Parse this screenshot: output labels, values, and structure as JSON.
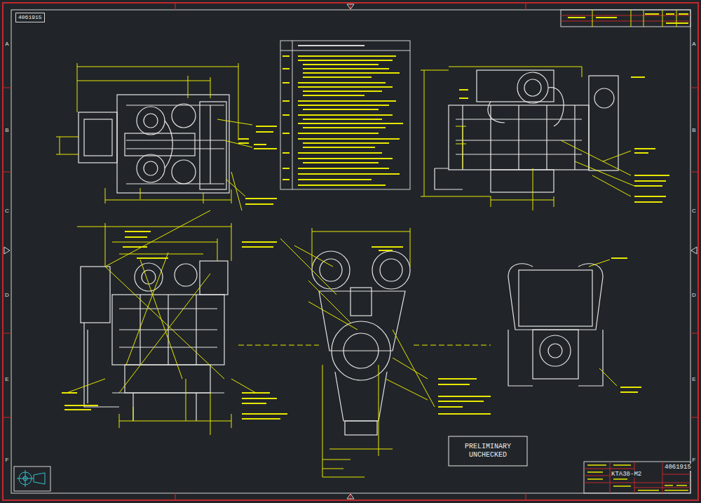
{
  "diagram": {
    "nodes": [
      {
        "text": [
          "4061915"
        ]
      },
      {
        "text": [
          "PRELIMINARY UNCHECKED"
        ]
      },
      {
        "text": [
          "KTA38-M2",
          "4061915"
        ]
      }
    ],
    "edges": [],
    "labels": [
      "A",
      "B",
      "C",
      "D",
      "E",
      "F",
      "A",
      "B",
      "C",
      "D",
      "E",
      "F"
    ]
  }
}
